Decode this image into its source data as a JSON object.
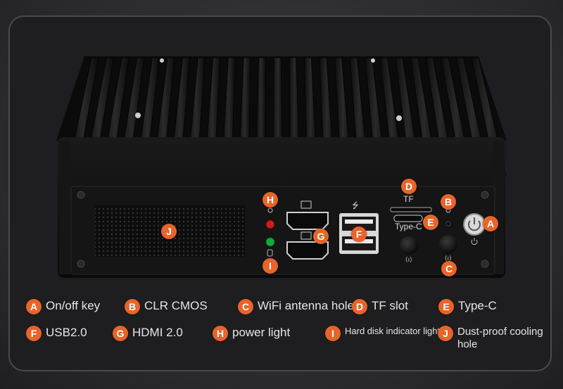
{
  "device": {
    "port_labels": {
      "tf": "TF",
      "type_c": "Type-C"
    },
    "markers": [
      {
        "id": "A",
        "letter": "A"
      },
      {
        "id": "B",
        "letter": "B"
      },
      {
        "id": "C",
        "letter": "C"
      },
      {
        "id": "D",
        "letter": "D"
      },
      {
        "id": "E",
        "letter": "E"
      },
      {
        "id": "F",
        "letter": "F"
      },
      {
        "id": "G",
        "letter": "G"
      },
      {
        "id": "H",
        "letter": "H"
      },
      {
        "id": "I",
        "letter": "I"
      },
      {
        "id": "J",
        "letter": "J"
      }
    ]
  },
  "legend": [
    {
      "letter": "A",
      "label": "On/off key"
    },
    {
      "letter": "B",
      "label": "CLR CMOS"
    },
    {
      "letter": "C",
      "label": "WiFi antenna hole"
    },
    {
      "letter": "D",
      "label": "TF slot"
    },
    {
      "letter": "E",
      "label": "Type-C"
    },
    {
      "letter": "F",
      "label": "USB2.0"
    },
    {
      "letter": "G",
      "label": "HDMI 2.0"
    },
    {
      "letter": "H",
      "label": "power light"
    },
    {
      "letter": "I",
      "label": "Hard disk indicator light"
    },
    {
      "letter": "J",
      "label": "Dust-proof cooling hole"
    }
  ],
  "colors": {
    "marker": "#e8642a",
    "text": "#e6e6e6",
    "background": "#1e1e20"
  }
}
